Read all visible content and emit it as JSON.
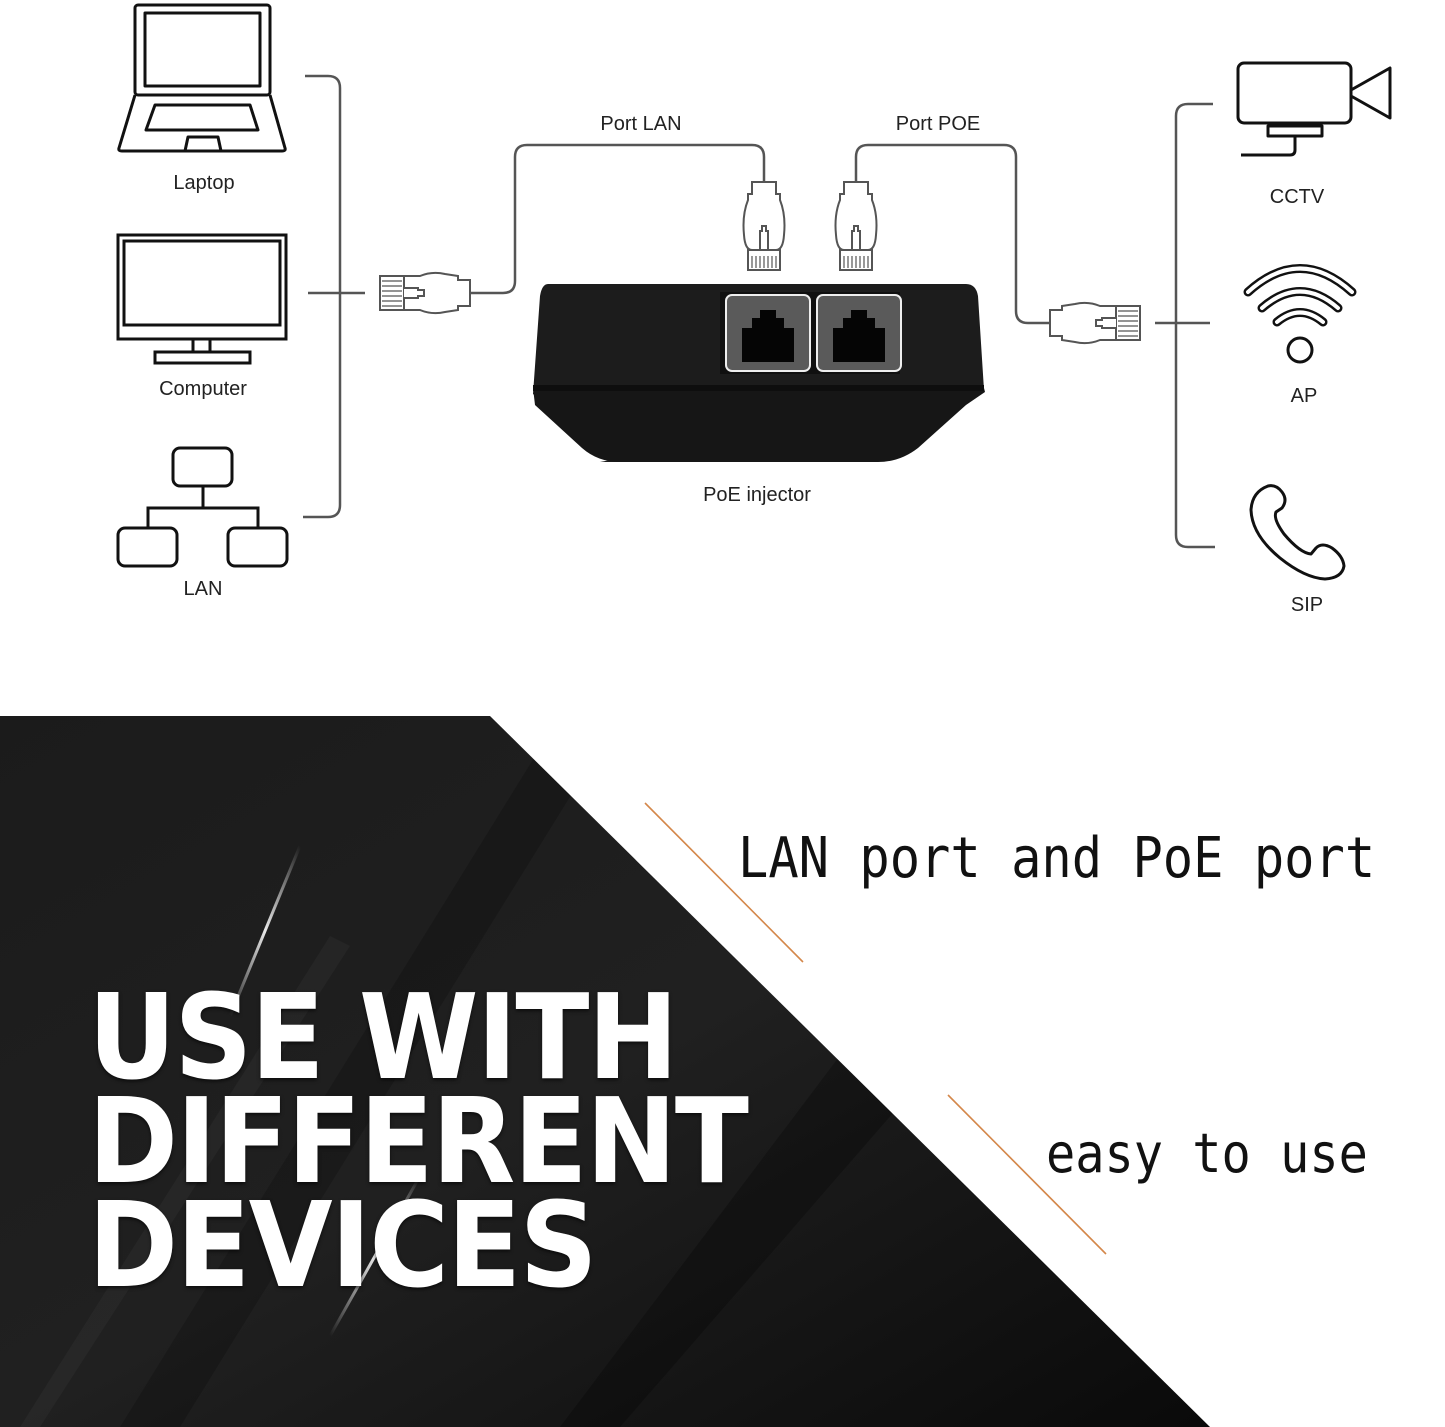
{
  "diagram": {
    "left_devices": [
      {
        "label": "Laptop",
        "icon": "laptop-icon"
      },
      {
        "label": "Computer",
        "icon": "monitor-icon"
      },
      {
        "label": "LAN",
        "icon": "network-icon"
      }
    ],
    "port_labels": {
      "lan": "Port LAN",
      "poe": "Port POE"
    },
    "injector_label": "PoE injector",
    "right_devices": [
      {
        "label": "CCTV",
        "icon": "camera-icon"
      },
      {
        "label": "AP",
        "icon": "wifi-icon"
      },
      {
        "label": "SIP",
        "icon": "phone-icon"
      }
    ],
    "colors": {
      "line": "#555555",
      "icon": "#111111",
      "device_body": "#1a1a1a"
    }
  },
  "banner": {
    "headline_lines": [
      "USE WITH",
      "DIFFERENT",
      "DEVICES"
    ],
    "features": [
      "LAN port and PoE port",
      "easy to use"
    ],
    "colors": {
      "background": "#141414",
      "accent": "#d4874a",
      "headline": "#ffffff",
      "feature_text": "#111111"
    }
  }
}
